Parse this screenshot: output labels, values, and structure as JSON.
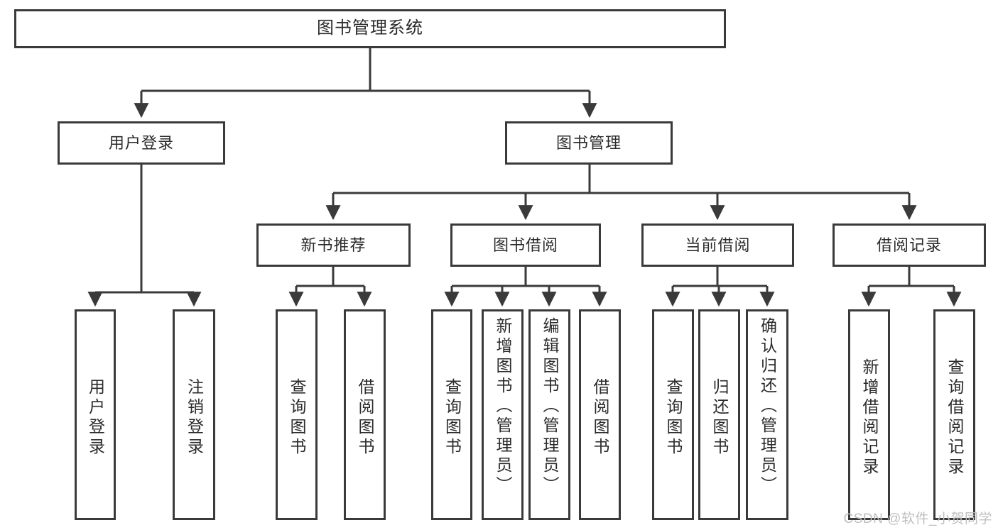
{
  "diagram": {
    "title": "图书管理系统",
    "type": "tree",
    "orientation": "top-down",
    "colors": {
      "background": "#ffffff",
      "box_border": "#3a3a3a",
      "box_fill": "#ffffff",
      "text": "#2b2b2b",
      "connector": "#3a3a3a",
      "watermark": "#bfbfbf"
    },
    "watermark": "CSDN @软件_小贺同学",
    "nodes": {
      "root": {
        "label": "图书管理系统"
      },
      "level1": [
        {
          "id": "user-login",
          "label": "用户登录"
        },
        {
          "id": "book-manage",
          "label": "图书管理"
        }
      ],
      "level2": [
        {
          "id": "new-book-recommend",
          "label": "新书推荐"
        },
        {
          "id": "book-borrow",
          "label": "图书借阅"
        },
        {
          "id": "current-borrow",
          "label": "当前借阅"
        },
        {
          "id": "borrow-record",
          "label": "借阅记录"
        }
      ],
      "leaves": {
        "user-login": [
          {
            "id": "leaf-user-login",
            "label": "用户登录"
          },
          {
            "id": "leaf-logout-login",
            "label": "注销登录"
          }
        ],
        "new-book-recommend": [
          {
            "id": "leaf-query-book-1",
            "label": "查询图书"
          },
          {
            "id": "leaf-borrow-book-1",
            "label": "借阅图书"
          }
        ],
        "book-borrow": [
          {
            "id": "leaf-query-book-2",
            "label": "查询图书"
          },
          {
            "id": "leaf-add-book-admin",
            "label": "新增图书（管理员）"
          },
          {
            "id": "leaf-edit-book-admin",
            "label": "编辑图书（管理员）"
          },
          {
            "id": "leaf-borrow-book-2",
            "label": "借阅图书"
          }
        ],
        "current-borrow": [
          {
            "id": "leaf-query-book-3",
            "label": "查询图书"
          },
          {
            "id": "leaf-return-book",
            "label": "归还图书"
          },
          {
            "id": "leaf-confirm-return-admin",
            "label": "确认归还（管理员）"
          }
        ],
        "borrow-record": [
          {
            "id": "leaf-add-borrow-record",
            "label": "新增借阅记录"
          },
          {
            "id": "leaf-query-borrow-record",
            "label": "查询借阅记录"
          }
        ]
      }
    }
  }
}
